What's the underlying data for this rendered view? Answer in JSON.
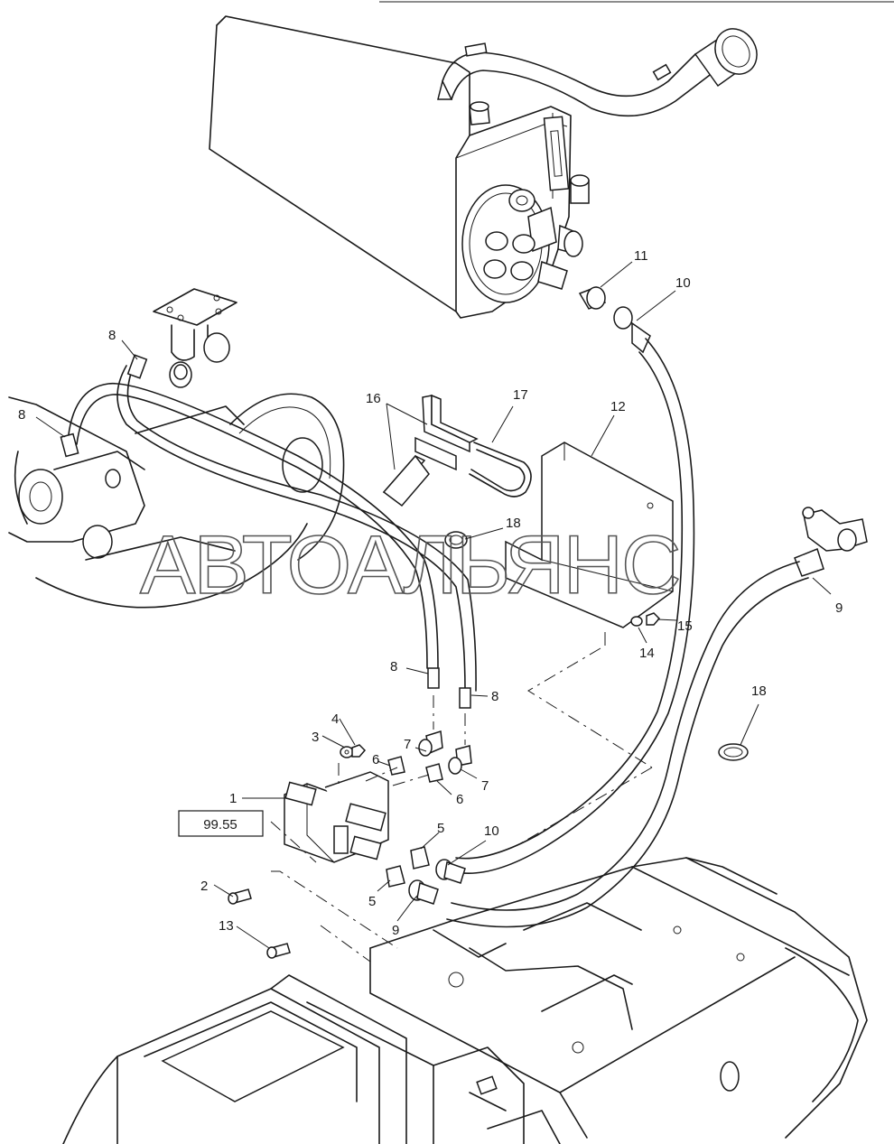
{
  "watermark": "АВТОАЛЬЯНС",
  "reference_box": "99.55",
  "callouts": {
    "c1": "1",
    "c2": "2",
    "c3": "3",
    "c4": "4",
    "c5a": "5",
    "c5b": "5",
    "c6a": "6",
    "c6b": "6",
    "c7a": "7",
    "c7b": "7",
    "c8a": "8",
    "c8b": "8",
    "c8c": "8",
    "c8d": "8",
    "c9a": "9",
    "c9b": "9",
    "c10a": "10",
    "c10b": "10",
    "c11": "11",
    "c12": "12",
    "c13": "13",
    "c14": "14",
    "c15": "15",
    "c16": "16",
    "c17": "17",
    "c18a": "18",
    "c18b": "18"
  }
}
